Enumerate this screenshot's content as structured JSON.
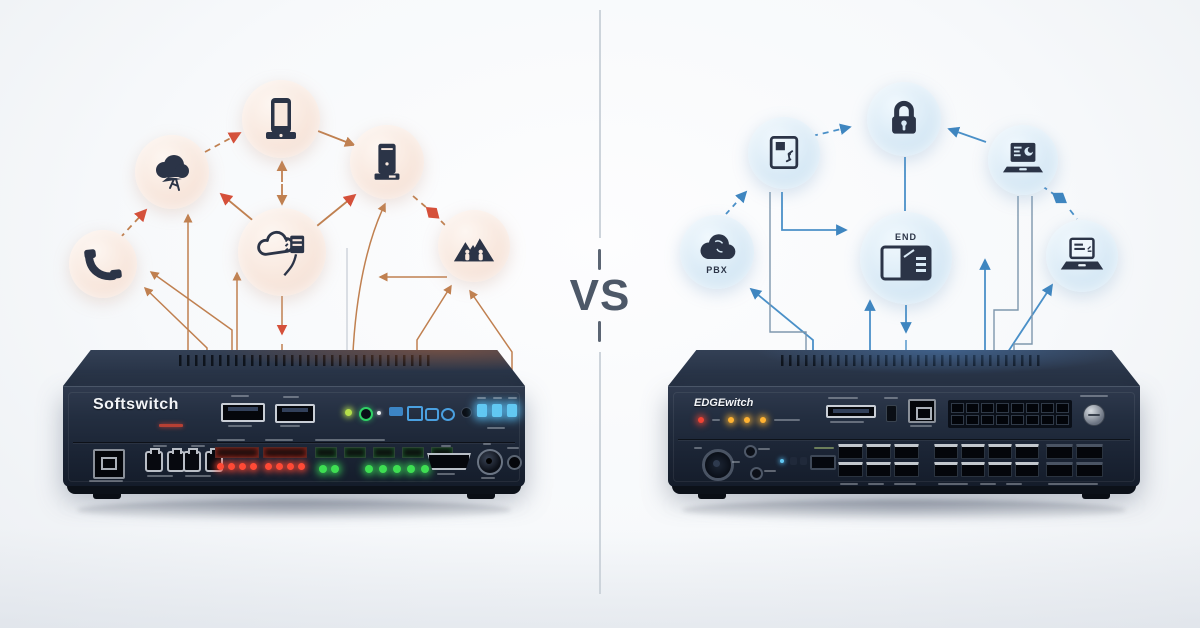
{
  "scene": {
    "vs_label": "VS",
    "background_color": "#f4f6f9",
    "divider_color": "#cdd4db"
  },
  "left": {
    "device_label": "Softswitch",
    "theme": {
      "circle_fill": "#f8e8de",
      "icon_color": "#2b3447",
      "line_color": "#c08050",
      "arrowhead_color": "#d5503a"
    },
    "nodes": [
      {
        "name": "phone-handset"
      },
      {
        "name": "cloud-connection"
      },
      {
        "name": "smartphone"
      },
      {
        "name": "cloud-pbx"
      },
      {
        "name": "server-tower"
      },
      {
        "name": "user-group"
      }
    ],
    "device_features": [
      "usb-ports",
      "rj11-ports",
      "red-led-bank",
      "green-led-bank",
      "hdmi-port",
      "power-jack",
      "status-leds"
    ]
  },
  "right": {
    "device_label": "EDGEwitch",
    "pbx_label": "PBX",
    "storage_label": "END",
    "theme": {
      "circle_fill": "#d9eaf6",
      "icon_color": "#2b3447",
      "line_color": "#4a90c8"
    },
    "nodes": [
      {
        "name": "cloud-pbx"
      },
      {
        "name": "tablet-app"
      },
      {
        "name": "padlock"
      },
      {
        "name": "storage-book"
      },
      {
        "name": "laptop-dashboard"
      },
      {
        "name": "laptop-document"
      }
    ],
    "device_features": [
      "status-leds",
      "console-port",
      "uplink-port",
      "port-grid",
      "reset-knob",
      "power-connector",
      "rj45-bank-3",
      "rj45-bank-4",
      "rj45-bank-2"
    ]
  }
}
